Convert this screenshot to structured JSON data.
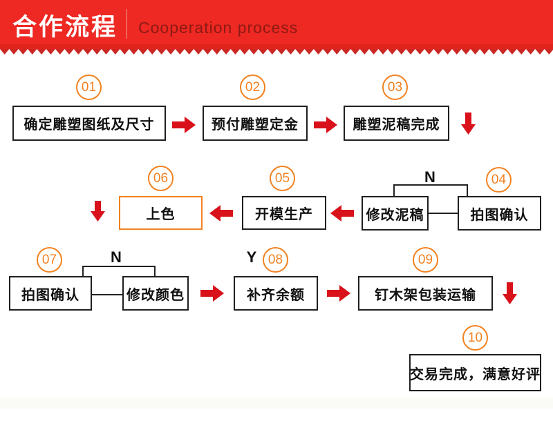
{
  "header": {
    "title": "合作流程",
    "subtitle": "Cooperation process"
  },
  "steps": [
    {
      "num": "01",
      "label": "确定雕塑图纸及尺寸"
    },
    {
      "num": "02",
      "label": "预付雕塑定金"
    },
    {
      "num": "03",
      "label": "雕塑泥稿完成"
    },
    {
      "num": "04",
      "label": "拍图确认"
    },
    {
      "num": "05",
      "label": "开模生产"
    },
    {
      "num": "06",
      "label": "上色"
    },
    {
      "num": "07",
      "label": "拍图确认"
    },
    {
      "num": "08",
      "label": "补齐余额"
    },
    {
      "num": "09",
      "label": "钉木架包装运输"
    },
    {
      "num": "10",
      "label": "交易完成，满意好评"
    }
  ],
  "revisions": [
    {
      "label": "修改泥稿"
    },
    {
      "label": "修改颜色"
    }
  ],
  "branch": {
    "no": "N",
    "yes": "Y"
  },
  "colors": {
    "banner_red": "#ee2822",
    "teeth_red": "#cb2723",
    "arrow_red": "#d8111b",
    "accent_orange": "#f28220",
    "subtitle_dark_red": "#8c1a14"
  }
}
